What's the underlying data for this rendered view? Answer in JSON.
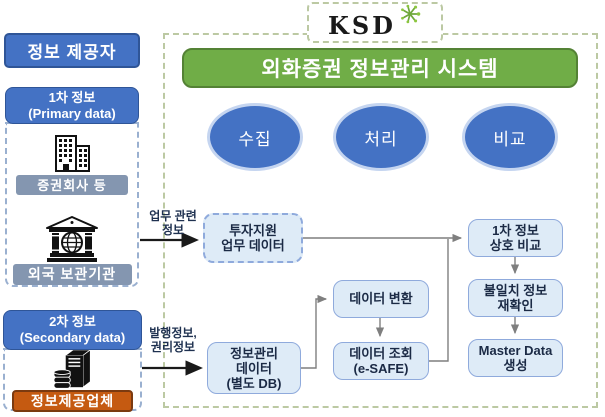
{
  "colors": {
    "blue": "#4472C4",
    "blue_border": "#2F5597",
    "green": "#70AD47",
    "green_border": "#548235",
    "orange": "#C55A11",
    "orange_border": "#7B3A10",
    "gray_blue": "#8496B0",
    "flow_box_fill": "#DEEBF7",
    "flow_box_border": "#8FAADC",
    "outer_dashed_border": "#BCC9A3",
    "connector_gray": "#7F7F7F",
    "connector_black": "#1A1A1A",
    "arrow_label_text": "#1F3150",
    "logo_green": "#6FA83C"
  },
  "logo": {
    "text": "KSD",
    "icon": "sparkle-icon"
  },
  "provider": {
    "title": "정보 제공자",
    "primary": {
      "line1": "1차 정보",
      "line2": "(Primary data)",
      "sources": [
        {
          "icon": "building-icon",
          "label": "증권회사 등"
        },
        {
          "icon": "bank-icon",
          "label": "외국 보관기관"
        }
      ]
    },
    "secondary": {
      "line1": "2차 정보",
      "line2": "(Secondary data)",
      "sources": [
        {
          "icon": "server-icon",
          "label": "정보제공업체"
        }
      ]
    }
  },
  "system": {
    "title": "외화증권 정보관리 시스템",
    "stages": [
      {
        "label": "수집"
      },
      {
        "label": "처리"
      },
      {
        "label": "비교"
      }
    ]
  },
  "flow": {
    "invest": {
      "line1": "투자지원",
      "line2": "업무 데이터"
    },
    "infodb": {
      "line1": "정보관리",
      "line2": "데이터",
      "line3": "(별도 DB)"
    },
    "convert": {
      "line1": "데이터 변환"
    },
    "inquiry": {
      "line1": "데이터 조회",
      "line2": "(e-SAFE)"
    },
    "compare": {
      "line1": "1차 정보",
      "line2": "상호 비교"
    },
    "recheck": {
      "line1": "불일치 정보",
      "line2": "재확인"
    },
    "master": {
      "line1": "Master Data",
      "line2": "생성"
    }
  },
  "arrows": {
    "work": {
      "line1": "업무 관련",
      "line2": "정보"
    },
    "issue": {
      "line1": "발행정보,",
      "line2": "권리정보"
    }
  }
}
